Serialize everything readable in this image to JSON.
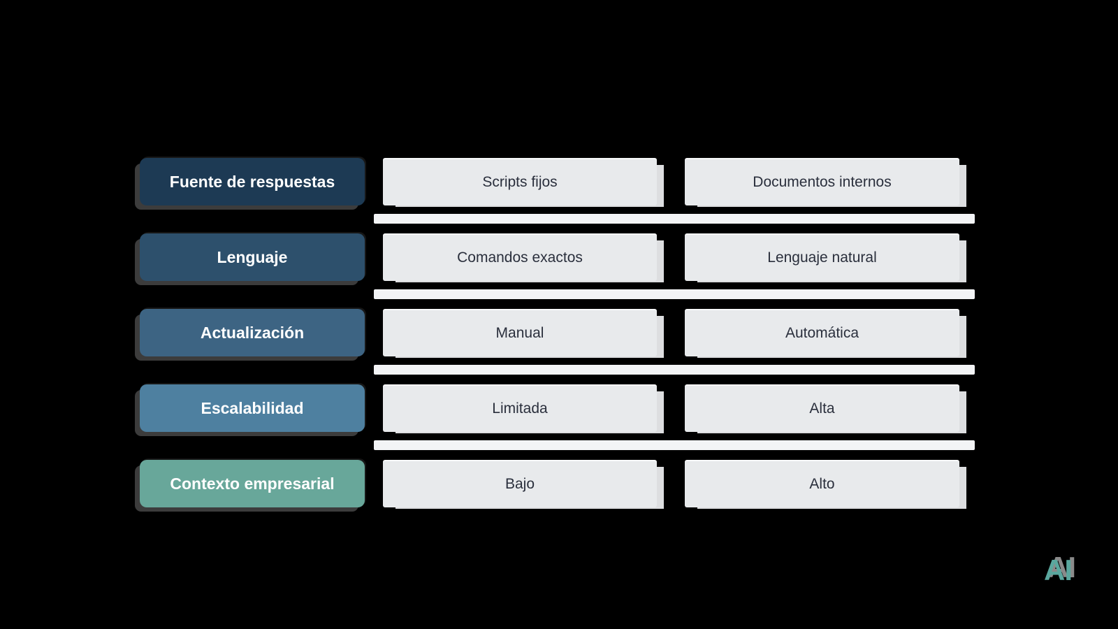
{
  "background": "#000000",
  "table": {
    "rows": [
      {
        "label": "Fuente de respuestas",
        "color": "#1d3a54",
        "col1": "Scripts fijos",
        "col2": "Documentos internos"
      },
      {
        "label": "Lenguaje",
        "color": "#2d506c",
        "col1": "Comandos exactos",
        "col2": "Lenguaje natural"
      },
      {
        "label": "Actualización",
        "color": "#3d6483",
        "col1": "Manual",
        "col2": "Automática"
      },
      {
        "label": "Escalabilidad",
        "color": "#4e80a0",
        "col1": "Limitada",
        "col2": "Alta"
      },
      {
        "label": "Contexto empresarial",
        "color": "#68a79a",
        "col1": "Bajo",
        "col2": "Alto"
      }
    ]
  },
  "colors": {
    "cell_bg": "#e8eaec",
    "cell_text": "#2a2f3c",
    "separator": "#f3f4f6",
    "logo_teal": "#5aa79e"
  },
  "logo": {
    "text": "AI",
    "color": "#5aa79e"
  }
}
